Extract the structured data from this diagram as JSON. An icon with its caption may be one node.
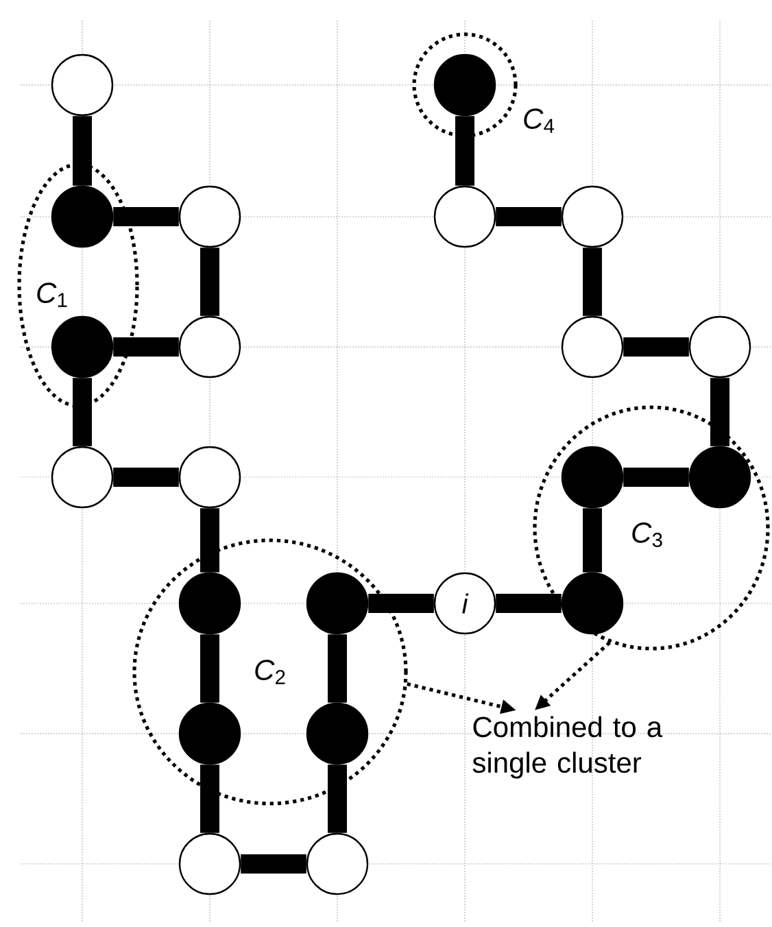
{
  "diagram": {
    "nodes": [
      {
        "text": [
          "*C*$_{1}$"
        ]
      },
      {
        "text": [
          "*C*$_{2}$"
        ]
      },
      {
        "text": [
          "*C*$_{3}$"
        ]
      },
      {
        "text": [
          "*C*$_{4}$"
        ]
      },
      {
        "text": [],
        "shape": "circle"
      },
      {
        "text": [],
        "shape": "circle",
        "in": 0
      },
      {
        "text": [],
        "shape": "circle"
      },
      {
        "text": [],
        "shape": "circle"
      },
      {
        "text": [],
        "shape": "circle",
        "in": 0
      },
      {
        "text": [],
        "shape": "circle"
      },
      {
        "text": [],
        "shape": "circle"
      },
      {
        "text": [],
        "shape": "circle",
        "in": 1
      },
      {
        "text": [],
        "shape": "circle",
        "in": 1
      },
      {
        "text": [],
        "shape": "circle"
      },
      {
        "text": [],
        "shape": "circle"
      },
      {
        "text": [],
        "shape": "circle",
        "in": 1
      },
      {
        "text": [],
        "shape": "circle",
        "in": 1
      },
      {
        "text": [
          "i"
        ]
      },
      {
        "text": [],
        "shape": "circle",
        "in": 2
      },
      {
        "text": [],
        "shape": "circle",
        "in": 2
      },
      {
        "text": [],
        "shape": "circle",
        "in": 2
      },
      {
        "text": [],
        "shape": "circle"
      },
      {
        "text": [],
        "shape": "circle"
      },
      {
        "text": [],
        "shape": "circle"
      },
      {
        "text": [],
        "shape": "circle"
      },
      {
        "text": [],
        "shape": "circle",
        "in": 3
      },
      {
        "text": [
          "Combined to a single cluster"
        ]
      }
    ],
    "edges": [
      {
        "from": 4,
        "to": 5,
        "arrow": "none"
      },
      {
        "from": 5,
        "to": 6,
        "arrow": "none"
      },
      {
        "from": 6,
        "to": 7,
        "arrow": "none"
      },
      {
        "from": 7,
        "to": 8,
        "arrow": "none"
      },
      {
        "from": 8,
        "to": 9,
        "arrow": "none"
      },
      {
        "from": 9,
        "to": 10,
        "arrow": "none"
      },
      {
        "from": 10,
        "to": 11,
        "arrow": "none"
      },
      {
        "from": 11,
        "to": 12,
        "arrow": "none"
      },
      {
        "from": 12,
        "to": 13,
        "arrow": "none"
      },
      {
        "from": 13,
        "to": 14,
        "arrow": "none"
      },
      {
        "from": 14,
        "to": 15,
        "arrow": "none"
      },
      {
        "from": 15,
        "to": 16,
        "arrow": "none"
      },
      {
        "from": 16,
        "to": 17,
        "arrow": "none"
      },
      {
        "from": 17,
        "to": 18,
        "arrow": "none"
      },
      {
        "from": 18,
        "to": 19,
        "arrow": "none"
      },
      {
        "from": 19,
        "to": 20,
        "arrow": "none"
      },
      {
        "from": 20,
        "to": 21,
        "arrow": "none"
      },
      {
        "from": 21,
        "to": 22,
        "arrow": "none"
      },
      {
        "from": 22,
        "to": 23,
        "arrow": "none"
      },
      {
        "from": 23,
        "to": 24,
        "arrow": "none"
      },
      {
        "from": 24,
        "to": 25,
        "arrow": "none"
      },
      {
        "from": 1,
        "to": 26,
        "arrow": "to",
        "style": "dashed"
      },
      {
        "from": 2,
        "to": 26,
        "arrow": "to",
        "style": "dashed"
      }
    ]
  }
}
